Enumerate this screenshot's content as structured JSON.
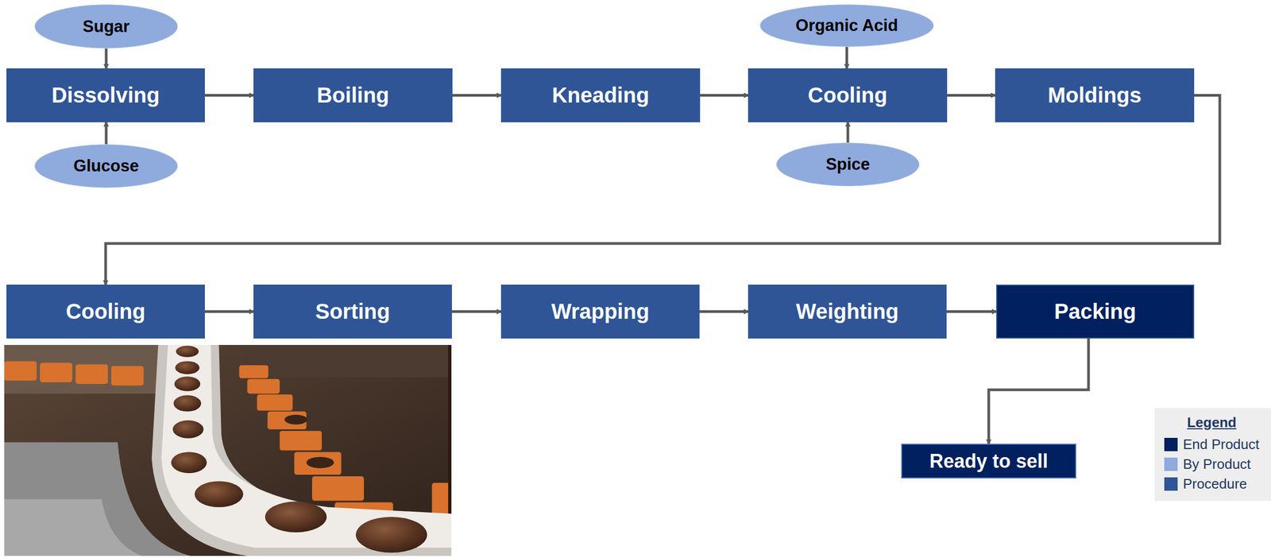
{
  "diagram": {
    "nodes": [
      {
        "text": [
          "Sugar"
        ]
      },
      {
        "text": [
          "Dissolving"
        ]
      },
      {
        "text": [
          "Glucose"
        ]
      },
      {
        "text": [
          "Boiling"
        ]
      },
      {
        "text": [
          "Kneading"
        ]
      },
      {
        "text": [
          "Organic Acid"
        ]
      },
      {
        "text": [
          "Cooling"
        ]
      },
      {
        "text": [
          "Spice"
        ]
      },
      {
        "text": [
          "Moldings"
        ]
      },
      {
        "text": [
          "Cooling"
        ]
      },
      {
        "text": [
          "Sorting"
        ]
      },
      {
        "text": [
          "Wrapping"
        ]
      },
      {
        "text": [
          "Weighting"
        ]
      },
      {
        "text": [
          "Packing"
        ]
      },
      {
        "text": [
          "Ready to sell"
        ]
      }
    ],
    "edges": [
      {
        "from": 0,
        "to": 1,
        "arrow": "to"
      },
      {
        "from": 2,
        "to": 1,
        "arrow": "to"
      },
      {
        "from": 1,
        "to": 3,
        "arrow": "to"
      },
      {
        "from": 3,
        "to": 4,
        "arrow": "to"
      },
      {
        "from": 4,
        "to": 6,
        "arrow": "to"
      },
      {
        "from": 5,
        "to": 6,
        "arrow": "to"
      },
      {
        "from": 7,
        "to": 6,
        "arrow": "to"
      },
      {
        "from": 6,
        "to": 8,
        "arrow": "to"
      },
      {
        "from": 8,
        "to": 9,
        "arrow": "to"
      },
      {
        "from": 9,
        "to": 10,
        "arrow": "to"
      },
      {
        "from": 10,
        "to": 11,
        "arrow": "to"
      },
      {
        "from": 11,
        "to": 12,
        "arrow": "to"
      },
      {
        "from": 12,
        "to": 13,
        "arrow": "to"
      },
      {
        "from": 13,
        "to": 14,
        "arrow": "to"
      }
    ],
    "labels": [
      "Legend"
    ],
    "legend": [
      {
        "text": "End Product",
        "color": "#002060"
      },
      {
        "text": "By Product",
        "color": "#8faadc"
      },
      {
        "text": "Procedure",
        "color": "#2f5597"
      }
    ]
  }
}
